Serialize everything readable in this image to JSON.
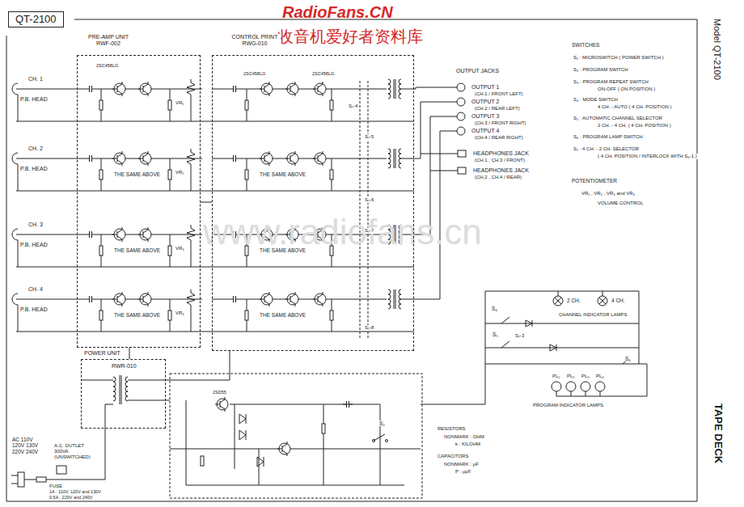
{
  "diagram": {
    "nodes": [
      {
        "text": [
          "QT-2100"
        ]
      },
      {
        "text": [
          "PRE-AMP UNIT RWF-002"
        ]
      },
      {
        "text": [
          "CONTROL PRINT RWG-010"
        ]
      },
      {
        "text": [
          "POWER UNIT",
          "RWR-010"
        ]
      }
    ],
    "edges": [
      {
        "from": 1,
        "to": 2,
        "arrow": "none"
      },
      {
        "from": 3,
        "to": 1,
        "arrow": "none"
      },
      {
        "from": 3,
        "to": 2,
        "arrow": "none"
      }
    ],
    "labels": [
      "RadioFans.CN",
      "收音机爱好者资料库",
      "CH. 1",
      "P.B. HEAD",
      "CH. 2",
      "P.B. HEAD",
      "CH. 3",
      "P.B. HEAD",
      "CH. 4",
      "P.B. HEAD",
      "THE SAME ABOVE",
      "THE SAME ABOVE",
      "THE SAME ABOVE",
      "THE SAME ABOVE",
      "THE SAME ABOVE",
      "THE SAME ABOVE",
      "OUTPUT JACKS",
      "OUTPUT 1",
      "(CH.1 / FRONT LEFT)",
      "OUTPUT 2",
      "(CH.2 / REAR LEFT)",
      "OUTPUT 3",
      "(CH.3 / FRONT RIGHT)",
      "OUTPUT 4",
      "(CH.4 / REAR RIGHT)",
      "HEADPHONES JACK",
      "(CH.1 , CH.3 / FRONT)",
      "HEADPHONES JACK",
      "(CH.2 , CH.4 / REAR)",
      "SWITCHES",
      "S₁ : MICROSWITCH ( POWER SWITCH )",
      "S₂ : PROGRAM SWITCH",
      "S₃ : PROGRAM REPEAT SWITCH",
      "ON-OFF ( ON POSITION )",
      "S₄ : MODE SWITCH",
      "4 CH. - AUTO ( 4 CH. POSITION )",
      "S₅ : AUTOMATIC CHANNEL SELECTOR",
      "2 CH. - 4 CH. ( 4 CH. POSITION )",
      "S₆ : PROGRAM LAMP SWITCH",
      "S₇ : 4 CH. - 2 CH. SELECTOR",
      "( 4 CH. POSITION / INTERLOCK WITH S₆-1 )",
      "POTENTIOMETER",
      "VR₁ , VR₂ , VR₃ and VR₄",
      "VOLUME CONTROL",
      "Model QT-2100",
      "TAPE DECK",
      "RESISTORS",
      "NONMARK : OHM",
      "k : KILOHM",
      "CAPACITORS",
      "NONMARK : μF",
      "P : μμF",
      "CHANNEL INDICATOR LAMPS",
      "2 CH.",
      "4 CH.",
      "PROGRAM INDICATOR LAMPS",
      "PL₁",
      "PL₂",
      "PL₃",
      "PL₄",
      "S₄",
      "S₅",
      "S₆",
      "S₇-3",
      "S₇-4",
      "S₇-5",
      "S₇-6",
      "S₇-7",
      "S₇-8",
      "S₂",
      "AC 110V 120V 130V 220V 240V",
      "A.C. OUTLET 300VA (UNSWITCHED)",
      "FUSE",
      "1A : 110V, 120V and 130V",
      "0.5A : 220V and 240V",
      "2SC458LG",
      "2SC458LG",
      "2SC458LG",
      "2SD55",
      "www.radiofans.cn",
      "VR₁",
      "VR₂",
      "VR₃",
      "VR₄"
    ]
  }
}
